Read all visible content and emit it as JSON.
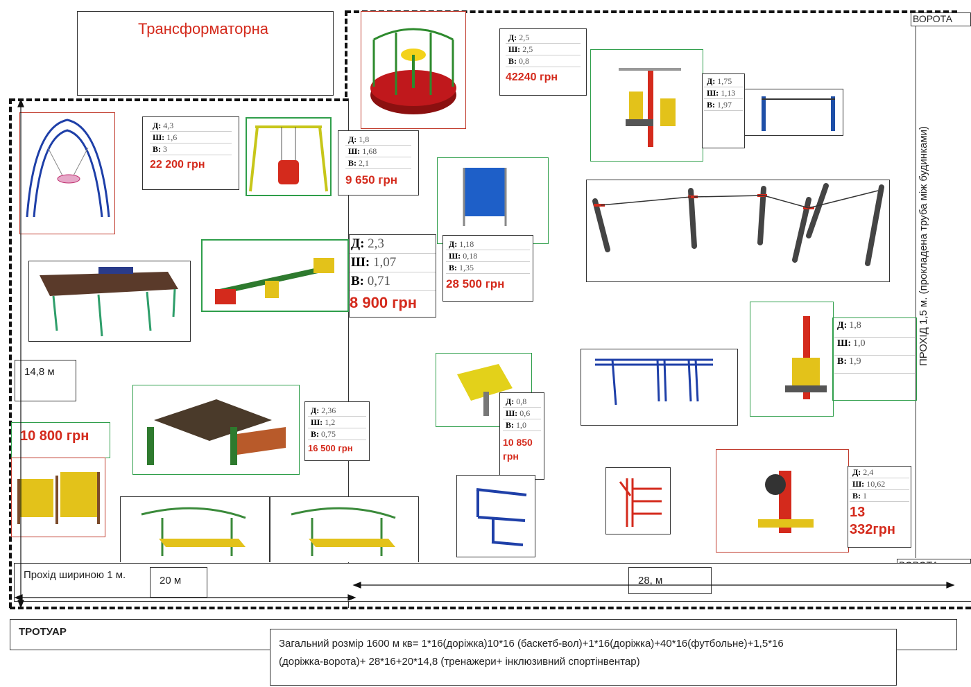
{
  "transformer": {
    "label": "Трансформаторна"
  },
  "gates": {
    "top": "ВОРОТА",
    "bottom": "ВОРОТА"
  },
  "side_passage": "ПРОХІД 1,5  м. (прокладена труба між будинками)",
  "dimensions": {
    "height": "14,8 м",
    "width_left": "20 м",
    "width_right": "28, м"
  },
  "passage_label": "Прохід шириною 1 м.",
  "sidewalk": "ТРОТУАР",
  "summary": {
    "line1": "Загальний розмір 1600 м кв= 1*16(доріжка)10*16 (баскетб-вол)+1*16(доріжка)+40*16(футбольне)+1,5*16",
    "line2": "(доріжка-ворота)+ 28*16+20*14,8 (тренажери+ інклюзивний спортінвентар)"
  },
  "spec_letters": {
    "length": "Д:",
    "width": "Ш:",
    "height": "В:"
  },
  "specs": {
    "swing_nest": {
      "d": "4,3",
      "w": "1,6",
      "h": "3",
      "price": "22 200 грн"
    },
    "swing_chair": {
      "d": "1,8",
      "w": "1,68",
      "h": "2,1",
      "price": "9 650 грн"
    },
    "carousel": {
      "d": "2,5",
      "w": "2,5",
      "h": "0,8",
      "price": "42240 грн"
    },
    "trainer_top": {
      "d": "1,75",
      "w": "1,13",
      "h": "1,97"
    },
    "seesaw": {
      "d": "2,3",
      "w": "1,07",
      "h": "0,71",
      "price": "8 900 грн"
    },
    "board_panel": {
      "d": "1,18",
      "w": "0,18",
      "h": "1,35",
      "price": "28 500 грн"
    },
    "trainer_right": {
      "d": "1,8",
      "w": "1,0",
      "h": "1,9"
    },
    "sandbox": {
      "d": "2,36",
      "w": "1,2",
      "h": "0,75",
      "price": "16 500 грн"
    },
    "table_panel": {
      "d": "0,8",
      "w": "0,6",
      "h": "1,0",
      "price_a": "10 850",
      "price_b": "грн"
    },
    "trainer_bottom": {
      "d": "2,4",
      "w": "10,62",
      "h": "1",
      "price_a": "13",
      "price_b": "332грн"
    }
  },
  "panel_price": "10 800 грн",
  "colors": {
    "price": "#d42a1c",
    "frame_green": "#2e9e4a",
    "frame_red": "#c0392b"
  }
}
